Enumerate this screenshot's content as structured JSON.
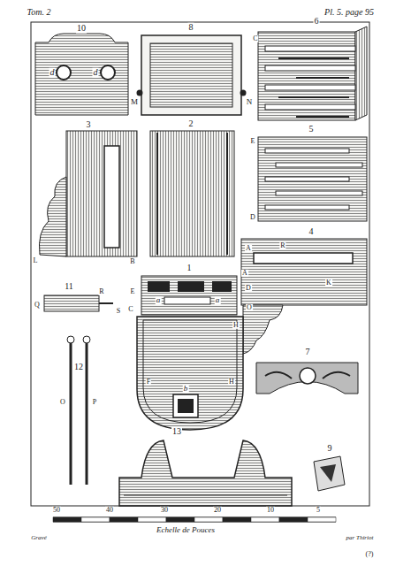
{
  "diagram": {
    "labels": [
      "Tom. 2",
      "Pl. 5. page 95",
      "10",
      "d",
      "d",
      "8",
      "M",
      "N",
      "6",
      "C",
      "3",
      "L",
      "B",
      "2",
      "5",
      "E",
      "D",
      "4",
      "A",
      "R",
      "K",
      "H",
      "1",
      "A",
      "E",
      "D",
      "a",
      "a",
      "C",
      "O",
      "11",
      "Q",
      "R",
      "S",
      "F",
      "H",
      "b",
      "12",
      "O",
      "P",
      "7",
      "13",
      "9",
      "50",
      "40",
      "30",
      "20",
      "10",
      "5",
      "Echelle de Pouces",
      "Gravé",
      "par Thiriot",
      "(?)"
    ]
  }
}
